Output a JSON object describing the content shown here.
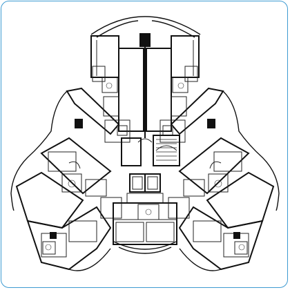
{
  "plan": {
    "kind": "residential tower typical floor plan",
    "wings": [
      "north",
      "east",
      "southeast",
      "southwest",
      "west",
      "northwest"
    ],
    "colors": {
      "frame": "#3d9ad1",
      "walls": "#111111",
      "background": "#ffffff"
    }
  }
}
